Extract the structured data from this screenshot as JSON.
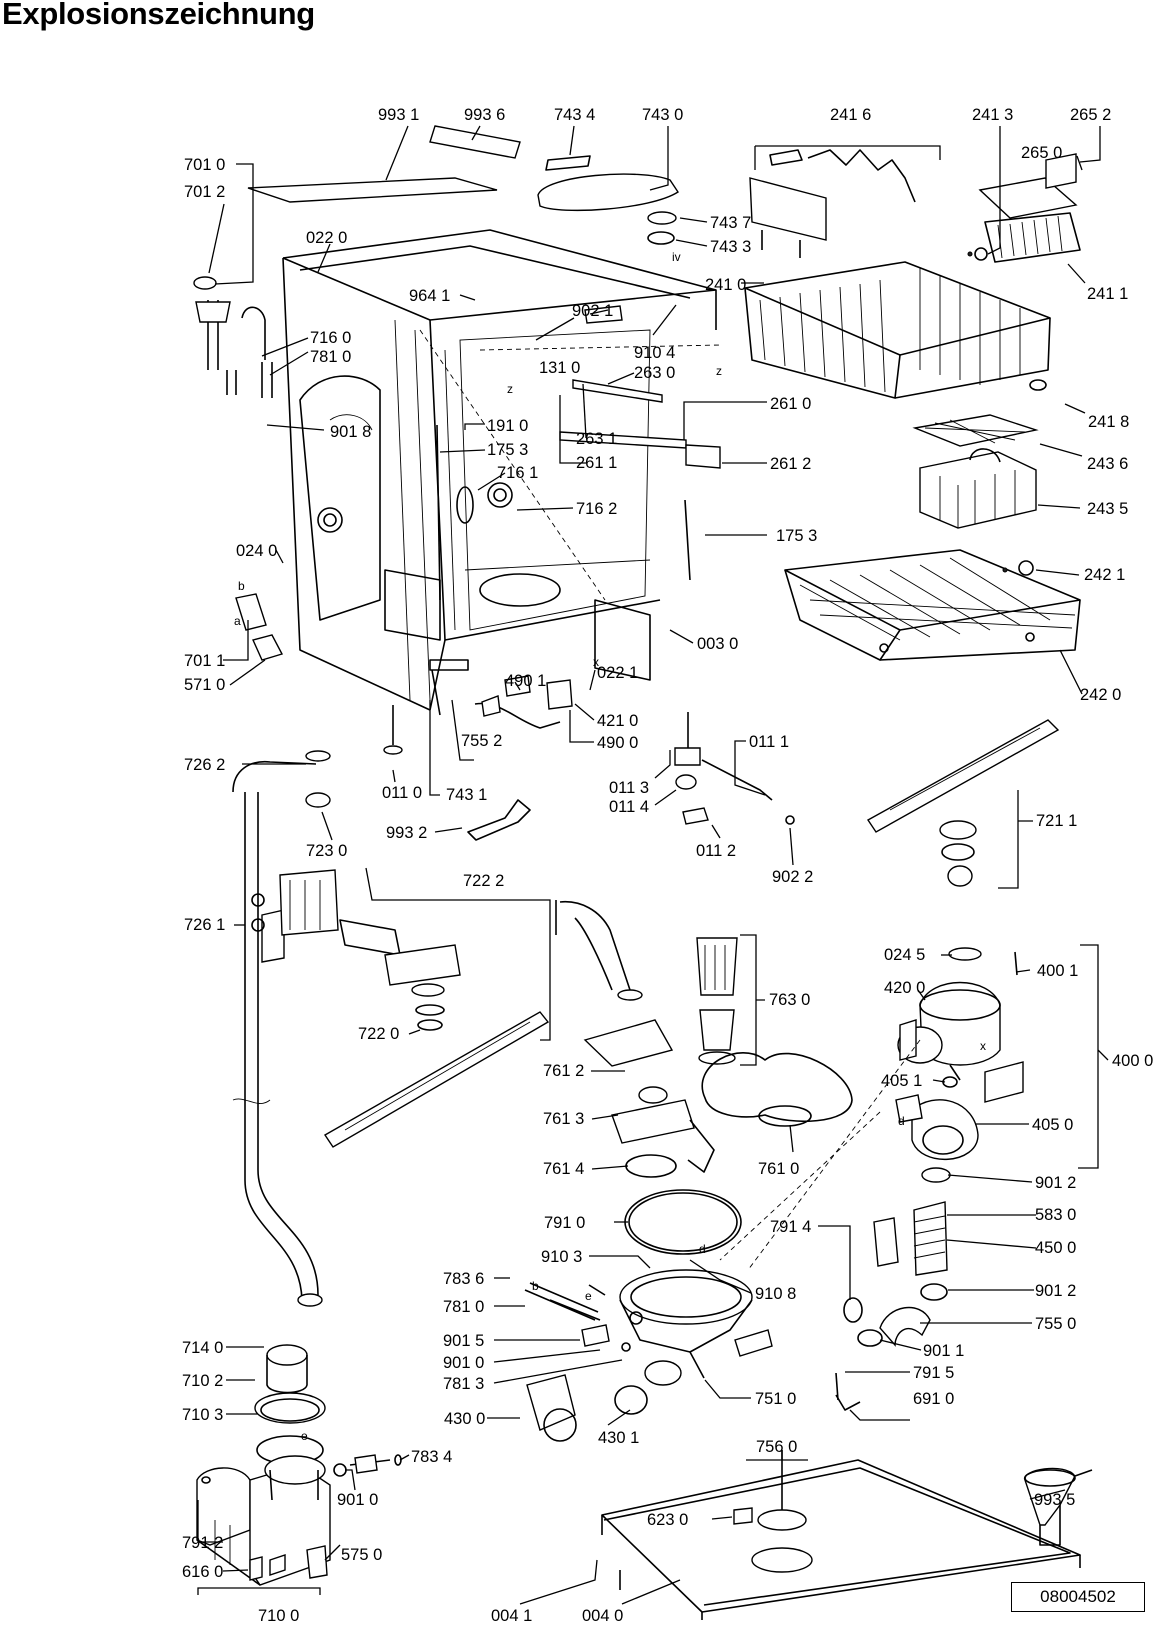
{
  "title": "Explosionszeichnung",
  "document_number": "08004502",
  "part_labels": [
    "993 1",
    "993 6",
    "743 4",
    "743 0",
    "241 6",
    "241 3",
    "265 2",
    "265 0",
    "701 0",
    "701 2",
    "743 7",
    "743 3",
    "022 0",
    "241 0",
    "241 1",
    "964 1",
    "902 1",
    "716 0",
    "781 0",
    "910 4",
    "263 0",
    "131 0",
    "261 0",
    "241 8",
    "901 8",
    "191 0",
    "175 3",
    "263 1",
    "261 1",
    "243 6",
    "716 1",
    "261 2",
    "716 2",
    "243 5",
    "175 3",
    "024 0",
    "242 1",
    "701 1",
    "003 0",
    "571 0",
    "490 1",
    "022 1",
    "242 0",
    "421 0",
    "490 0",
    "755 2",
    "011 1",
    "726 2",
    "011 0",
    "743 1",
    "011 3",
    "011 4",
    "993 2",
    "721 1",
    "723 0",
    "011 2",
    "902 2",
    "722 2",
    "726 1",
    "024 5",
    "400 1",
    "763 0",
    "420 0",
    "722 0",
    "400 0",
    "761 2",
    "405 1",
    "761 3",
    "405 0",
    "761 4",
    "761 0",
    "901 2",
    "791 0",
    "583 0",
    "791 4",
    "450 0",
    "910 3",
    "783 6",
    "910 8",
    "901 2",
    "781 0",
    "755 0",
    "901 5",
    "901 1",
    "714 0",
    "901 0",
    "791 5",
    "781 3",
    "710 2",
    "751 0",
    "691 0",
    "710 3",
    "430 0",
    "430 1",
    "756 0",
    "783 4",
    "993 5",
    "901 0",
    "623 0",
    "791 2",
    "575 0",
    "616 0",
    "710 0",
    "004 1",
    "004 0"
  ],
  "letter_marks": [
    "z",
    "z",
    "x",
    "b",
    "a",
    "iv",
    "x",
    "d",
    "d",
    "b",
    "e",
    "e"
  ]
}
